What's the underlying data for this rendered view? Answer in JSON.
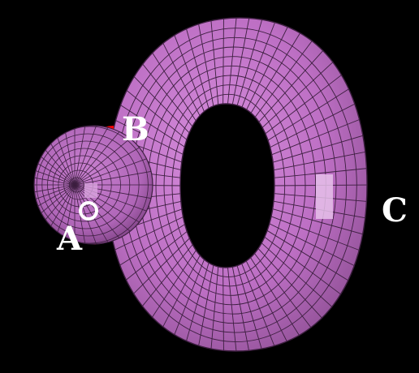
{
  "labels": {
    "a": "A",
    "b": "B",
    "c": "C"
  },
  "colors": {
    "background": "#000000",
    "surface": "#c277c9",
    "surface_dark": "#6e3a72",
    "mesh_line": "#3d1f40",
    "highlight_patch": "#e6c1ea",
    "contact_outline": "#ff0000",
    "marker": "#ffffff",
    "label_text": "#ffffff"
  }
}
